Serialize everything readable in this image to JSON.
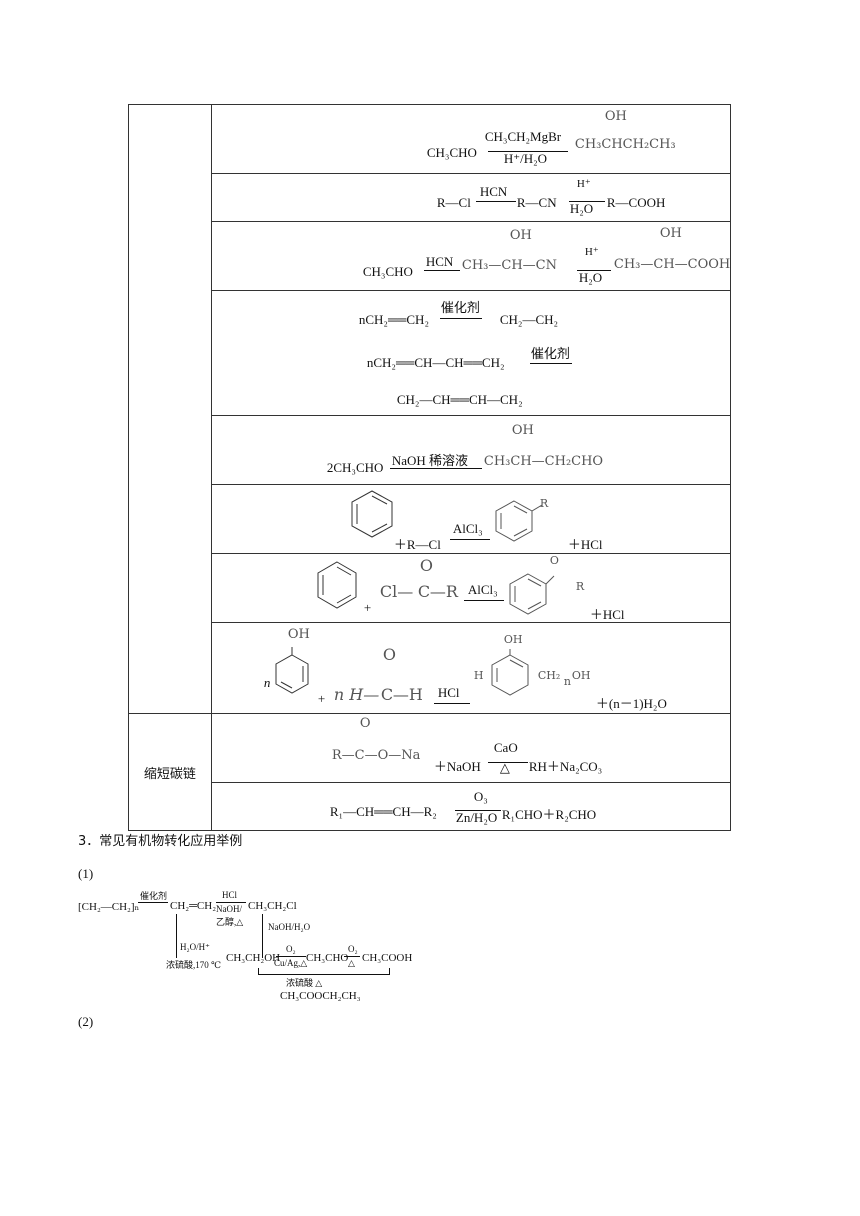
{
  "table": {
    "category_shorten": "缩短碳链",
    "rows": {
      "grignard": {
        "reactant": "CH₃CHO",
        "reagent": "CH₃CH₂MgBr",
        "cond": "H⁺/H₂O",
        "oh": "OH",
        "product": "CH₃CHCH₂CH₃"
      },
      "nitrile": {
        "a": "R—Cl",
        "r1": "HCN",
        "b": "R—CN",
        "r2top": "H⁺",
        "r2bot": "H₂O",
        "c": "R—COOH"
      },
      "cyanohydrin": {
        "a": "CH₃CHO",
        "r1": "HCN",
        "oh1": "OH",
        "b": "CH₃—CH—CN",
        "r2top": "H⁺",
        "r2bot": "H₂O",
        "oh2": "OH",
        "c": "CH₃—CH—COOH"
      },
      "polymer": {
        "l1": "nCH₂══CH₂",
        "cat1": "催化剂",
        "p1": "CH₂—CH₂",
        "l2": "nCH₂══CH—CH══CH₂",
        "cat2": "催化剂",
        "p2": "CH₂—CH══CH—CH₂"
      },
      "aldol": {
        "a": "2CH₃CHO",
        "cond": "NaOH 稀溶液",
        "oh": "OH",
        "b": "CH₃CH—CH₂CHO"
      },
      "alkylation": {
        "plus_rcl": "＋R—Cl",
        "cat": "AlCl₃",
        "r": "R",
        "hcl": "＋HCl"
      },
      "acylation": {
        "plus": "+",
        "cl": "Cl—",
        "c": "C",
        "r": "—R",
        "o": "O",
        "cat": "AlCl₃",
        "po": "O",
        "pr": "R",
        "hcl": "＋HCl"
      },
      "phenolic": {
        "oh": "OH",
        "n": "n",
        "plus": "+",
        "nh": "n H—",
        "c": "C",
        "h": "—H",
        "o": "O",
        "cat": "HCl",
        "pre": "H",
        "poh": "OH",
        "ch2": "CH₂",
        "sub": "n",
        "end": "OH",
        "water": "＋(n－1)H₂O"
      },
      "decarbox": {
        "o": "O",
        "salt": "R—C—O—Na",
        "plus": "＋NaOH",
        "cat": "CaO",
        "heat": "△",
        "prod": "RH＋Na₂CO₃"
      },
      "ozonolysis": {
        "a": "R₁—CH══CH—R₂",
        "top": "O₃",
        "bot": "Zn/H₂O",
        "b": "R₁CHO＋R₂CHO"
      }
    }
  },
  "section3": {
    "heading": "3．常见有机物转化应用举例",
    "item1": "(1)",
    "item2": "(2)",
    "diagram": {
      "poly": "[CH₂—CH₂]ₙ",
      "cat": "催化剂",
      "ethene": "CH₂═CH₂",
      "hcl": "HCl",
      "chloride": "CH₃CH₂Cl",
      "naoh_eth": "NaOH/",
      "eth_heat": "乙醇,△",
      "naoh_h2o": "NaOH/H₂O",
      "h2o_h": "H₂O/H⁺",
      "h2so4": "浓硫酸,170 ℃",
      "ethanol": "CH₃CH₂OH",
      "o2a": "O₂",
      "cuag": "Cu/Ag,△",
      "acetald": "CH₃CHO",
      "o2b": "O₂",
      "heat": "△",
      "acid": "CH₃COOH",
      "esterif": "浓硫酸 △",
      "ester": "CH₃COOCH₂CH₃"
    }
  }
}
